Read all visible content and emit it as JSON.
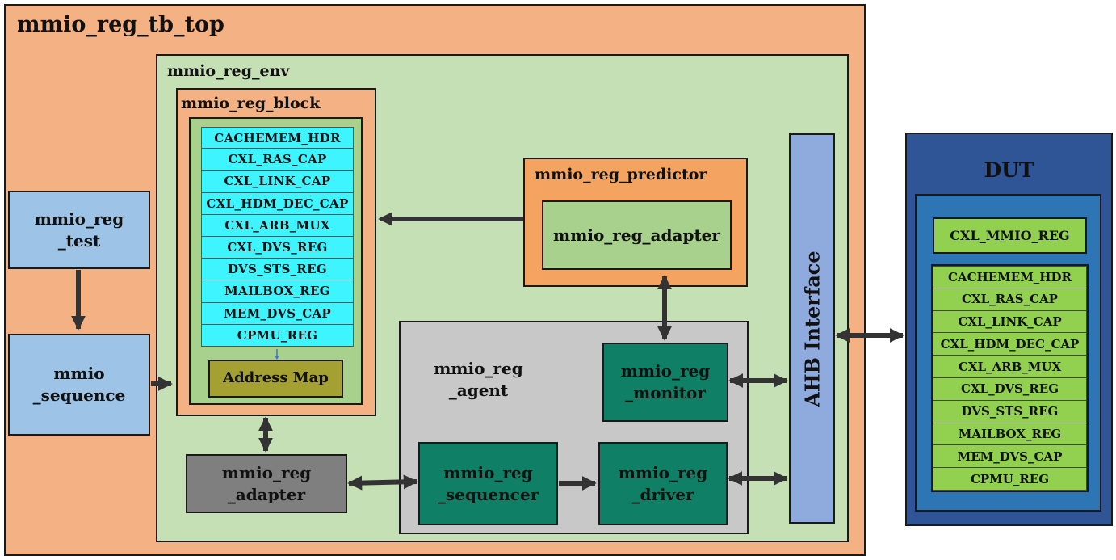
{
  "tb_top": {
    "title": "mmio_reg_tb_top"
  },
  "env": {
    "title": "mmio_reg_env"
  },
  "reg_block": {
    "title": "mmio_reg_block",
    "registers": [
      "CACHEMEM_HDR",
      "CXL_RAS_CAP",
      "CXL_LINK_CAP",
      "CXL_HDM_DEC_CAP",
      "CXL_ARB_MUX",
      "CXL_DVS_REG",
      "DVS_STS_REG",
      "MAILBOX_REG",
      "MEM_DVS_CAP",
      "CPMU_REG"
    ],
    "address_map": "Address Map"
  },
  "test": {
    "label": "mmio_reg\n_test"
  },
  "sequence": {
    "label": "mmio\n_sequence"
  },
  "predictor": {
    "title": "mmio_reg_predictor",
    "adapter": "mmio_reg_adapter"
  },
  "env_adapter": {
    "label": "mmio_reg\n_adapter"
  },
  "agent": {
    "title": "mmio_reg\n_agent",
    "monitor": "mmio_reg\n_monitor",
    "sequencer": "mmio_reg\n_sequencer",
    "driver": "mmio_reg\n_driver"
  },
  "ahb": {
    "label": "AHB Interface"
  },
  "dut": {
    "title": "DUT",
    "mmio_reg": "CXL_MMIO_REG",
    "registers": [
      "CACHEMEM_HDR",
      "CXL_RAS_CAP",
      "CXL_LINK_CAP",
      "CXL_HDM_DEC_CAP",
      "CXL_ARB_MUX",
      "CXL_DVS_REG",
      "DVS_STS_REG",
      "MAILBOX_REG",
      "MEM_DVS_CAP",
      "CPMU_REG"
    ]
  },
  "colors": {
    "tb_top": "#f4b183",
    "env": "#c5e0b4",
    "predictor": "#f4a460",
    "agent": "#c8c8c8",
    "teal": "#0f8066",
    "blue_box": "#9dc3e6",
    "ahb": "#8faadc",
    "dut_outer": "#2f5597",
    "dut_inner": "#2e75b6",
    "green": "#92d050",
    "cyan": "#3ef4ff",
    "olive": "#a5a032",
    "adapter_gray": "#7f7f7f",
    "adapter_green": "#a9d18e"
  }
}
